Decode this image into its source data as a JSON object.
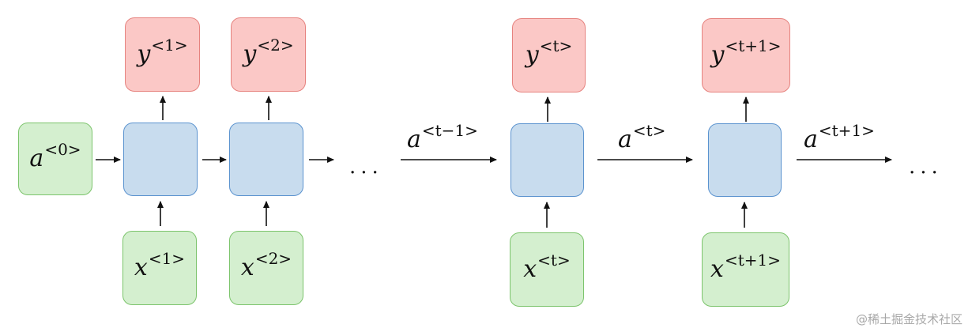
{
  "nodes": {
    "a0": {
      "base": "a",
      "sup": "<0>"
    },
    "y1": {
      "base": "y",
      "sup": "<1>"
    },
    "y2": {
      "base": "y",
      "sup": "<2>"
    },
    "yt": {
      "base": "y",
      "sup": "<t>"
    },
    "yt1": {
      "base": "y",
      "sup": "<t+1>"
    },
    "x1": {
      "base": "x",
      "sup": "<1>"
    },
    "x2": {
      "base": "x",
      "sup": "<2>"
    },
    "xt": {
      "base": "x",
      "sup": "<t>"
    },
    "xt1": {
      "base": "x",
      "sup": "<t+1>"
    }
  },
  "edge_labels": {
    "a_tm1": {
      "base": "a",
      "sup": "<t−1>"
    },
    "a_t": {
      "base": "a",
      "sup": "<t>"
    },
    "a_tp1": {
      "base": "a",
      "sup": "<t+1>"
    }
  },
  "ellipsis": "...",
  "watermark": "@稀土掘金技术社区",
  "colors": {
    "input_fill": "#d4efcf",
    "output_fill": "#fbc8c6",
    "cell_fill": "#c8dcee",
    "arrow": "#111111"
  }
}
